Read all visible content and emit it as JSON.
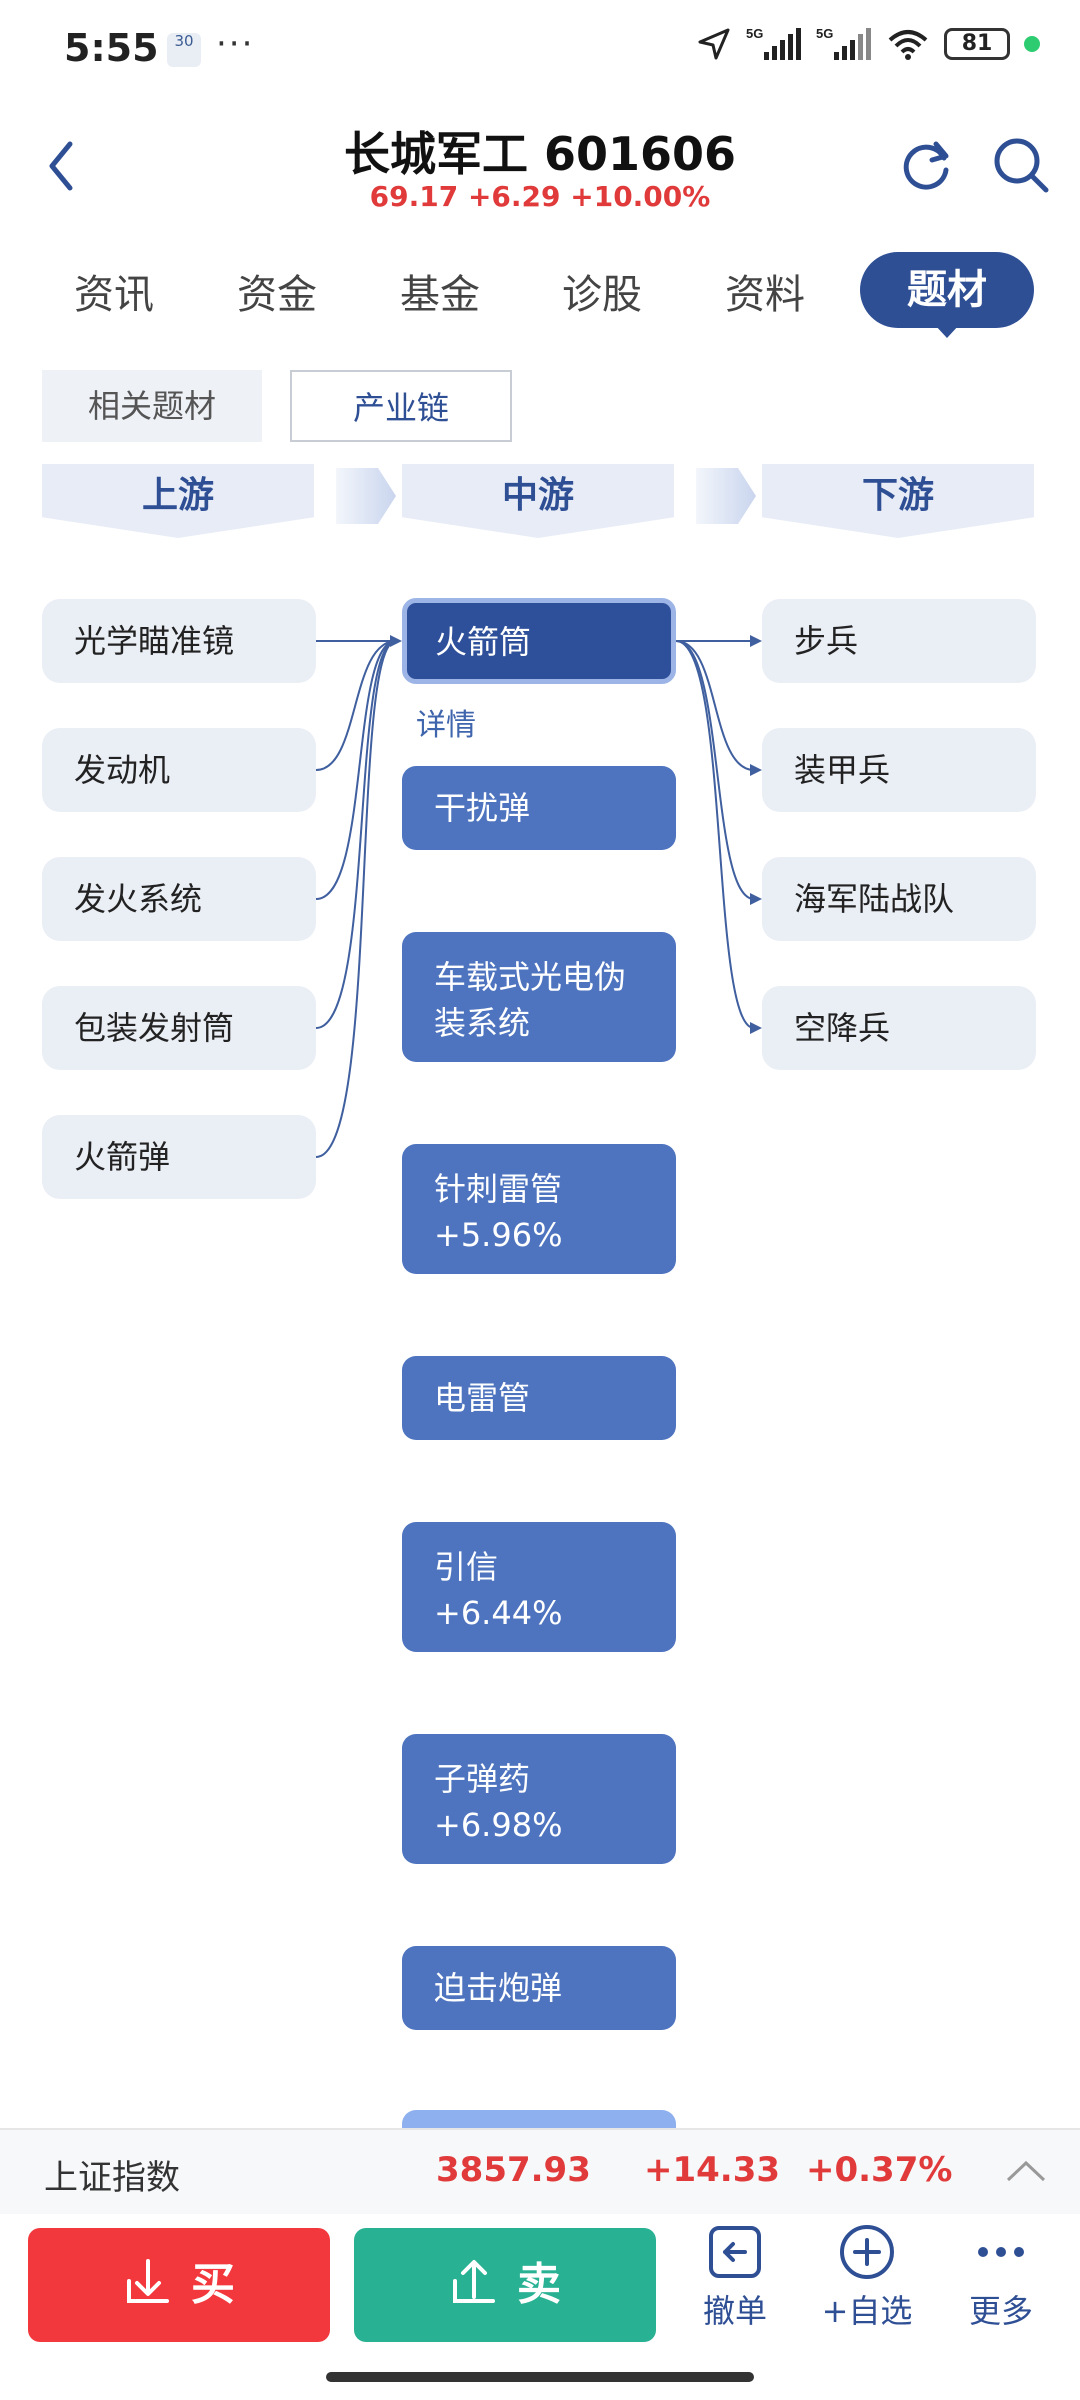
{
  "status_bar": {
    "time": "5:55",
    "badge": "30",
    "dots": "···",
    "battery": "81"
  },
  "header": {
    "title": "长城军工 601606",
    "quote": "69.17 +6.29 +10.00%"
  },
  "tabs": [
    {
      "label": "资讯"
    },
    {
      "label": "资金"
    },
    {
      "label": "基金"
    },
    {
      "label": "诊股"
    },
    {
      "label": "资料"
    },
    {
      "label": "题材"
    }
  ],
  "subtabs": [
    "相关题材",
    "产业链"
  ],
  "stages": {
    "upstream": "上游",
    "midstream": "中游",
    "downstream": "下游"
  },
  "upstream": [
    "光学瞄准镜",
    "发动机",
    "发火系统",
    "包装发射筒",
    "火箭弹"
  ],
  "midstream_selected": "火箭筒",
  "detail_label": "详情",
  "midstream": [
    {
      "line1": "干扰弹",
      "line2": ""
    },
    {
      "line1": "车载式光电伪",
      "line2": "装系统"
    },
    {
      "line1": "针刺雷管",
      "line2": "+5.96%"
    },
    {
      "line1": "电雷管",
      "line2": ""
    },
    {
      "line1": "引信",
      "line2": "+6.44%"
    },
    {
      "line1": "子弹药",
      "line2": "+6.98%"
    },
    {
      "line1": "迫击炮弹",
      "line2": ""
    }
  ],
  "downstream": [
    "步兵",
    "装甲兵",
    "海军陆战队",
    "空降兵"
  ],
  "index_bar": {
    "name": "上证指数",
    "value": "3857.93",
    "change": "+14.33",
    "percent": "+0.37%"
  },
  "actions": {
    "buy": "买",
    "sell": "卖",
    "cancel": "撤单",
    "watchlist": "+自选",
    "more": "更多"
  },
  "colors": {
    "accent": "#2f4f95",
    "up": "#e03a3a",
    "buy": "#f2383d",
    "sell": "#28b193"
  }
}
